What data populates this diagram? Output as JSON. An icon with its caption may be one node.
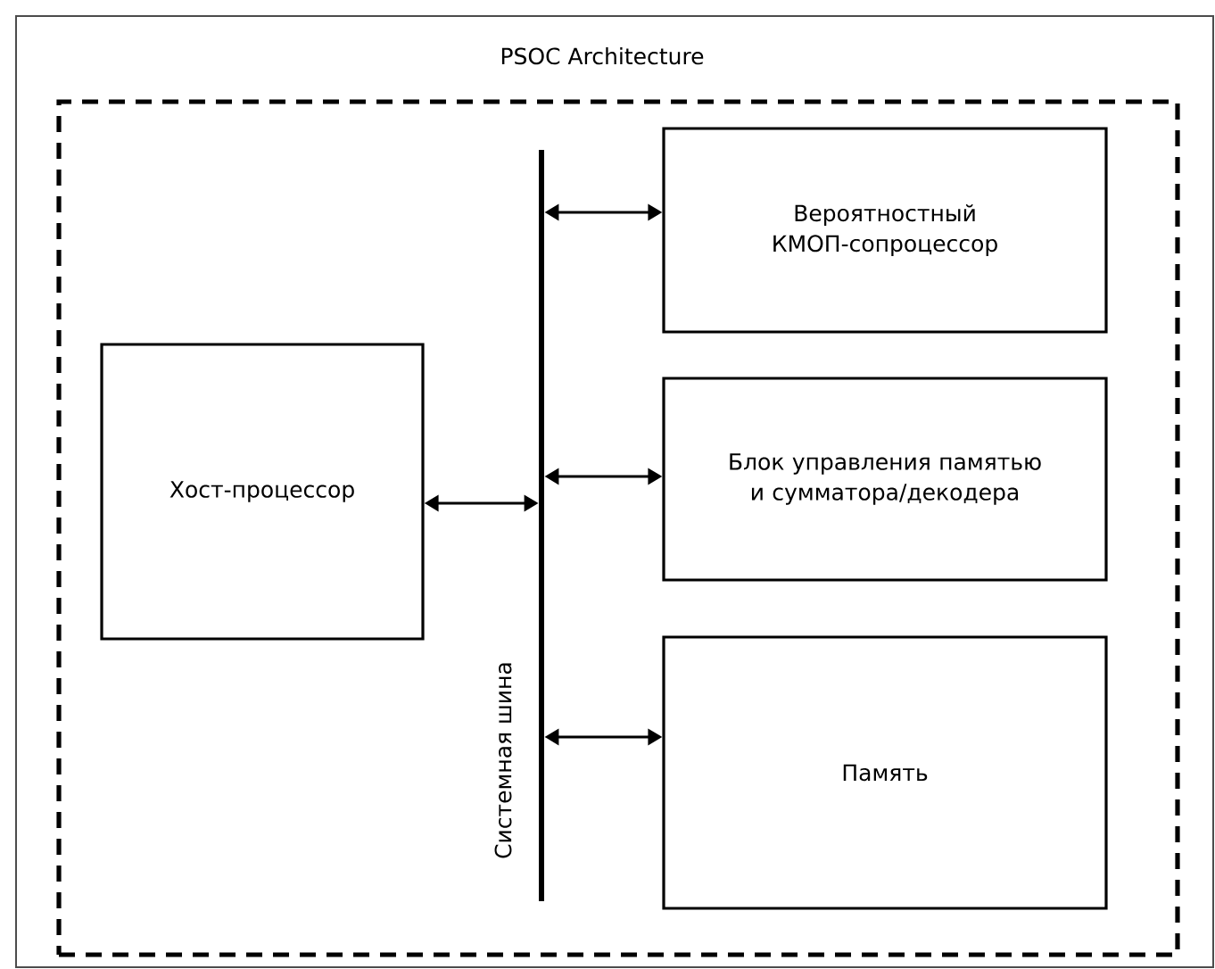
{
  "diagram": {
    "nodes": [
      {
        "text": [
          "PSOC Architecture"
        ]
      },
      {
        "text": [
          "Хост-процессор"
        ],
        "in": 0
      },
      {
        "text": [],
        "shape": "bar",
        "beside": [
          "Системная шина"
        ],
        "in": 0
      },
      {
        "text": [
          "Вероятностный КМОП-сопроцессор"
        ],
        "in": 0
      },
      {
        "text": [
          "Блок управления памятью и сумматора/декодера"
        ],
        "in": 0
      },
      {
        "text": [
          "Память"
        ],
        "in": 0
      }
    ],
    "edges": [
      {
        "from": 1,
        "to": 2,
        "arrow": "both"
      },
      {
        "from": 2,
        "to": 3,
        "arrow": "both"
      },
      {
        "from": 2,
        "to": 4,
        "arrow": "both"
      },
      {
        "from": 2,
        "to": 5,
        "arrow": "both"
      }
    ]
  }
}
